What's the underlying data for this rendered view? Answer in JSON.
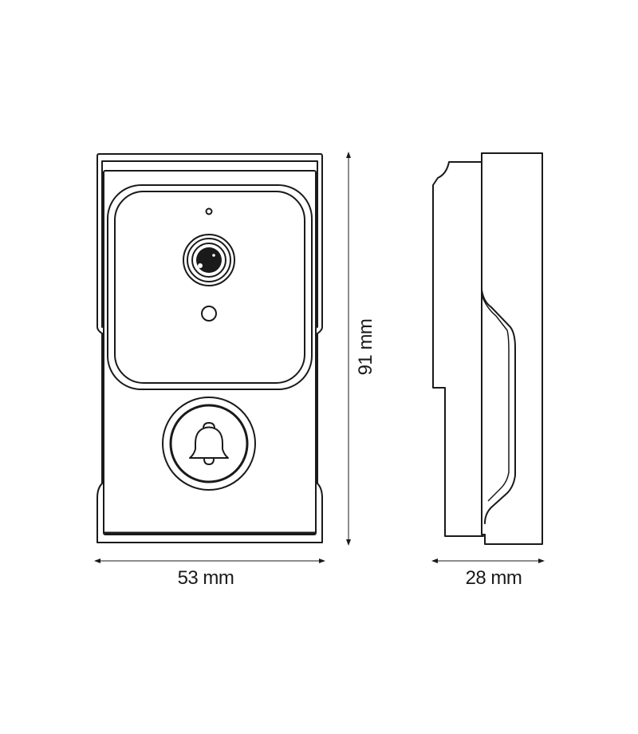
{
  "dimensions": {
    "width_label": "53 mm",
    "height_label": "91 mm",
    "depth_label": "28 mm"
  }
}
